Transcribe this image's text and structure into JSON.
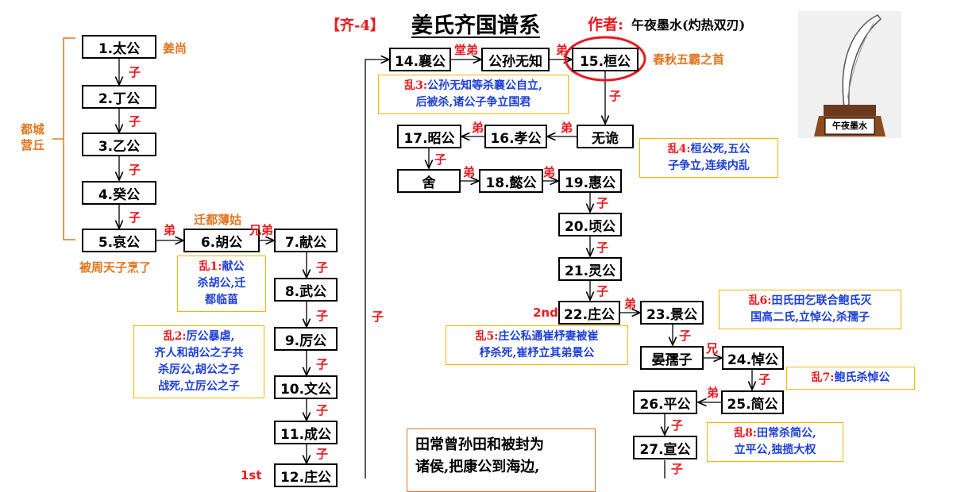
{
  "header": {
    "series_tag": "【齐-4】",
    "title": "姜氏齐国谱系",
    "author_label": "作者:",
    "author_name": "午夜墨水(灼热双刃)"
  },
  "logo": {
    "caption": "午夜墨水"
  },
  "nodes": {
    "n1": "1.太公",
    "n2": "2.丁公",
    "n3": "3.乙公",
    "n4": "4.癸公",
    "n5": "5.哀公",
    "n6": "6.胡公",
    "n7": "7.献公",
    "n8": "8.武公",
    "n9": "9.厉公",
    "n10": "10.文公",
    "n11": "11.成公",
    "n12": "12.庄公",
    "n14": "14.襄公",
    "gsw": "公孙无知",
    "n15": "15.桓公",
    "wugui": "无诡",
    "n16": "16.孝公",
    "n17": "17.昭公",
    "she": "舍",
    "n18": "18.懿公",
    "n19": "19.惠公",
    "n20": "20.顷公",
    "n21": "21.灵公",
    "n22": "22.庄公",
    "n23": "23.景公",
    "anruzi": "晏孺子",
    "n24": "24.悼公",
    "n25": "25.简公",
    "n26": "26.平公",
    "n27": "27.宣公"
  },
  "edge_labels": {
    "son": "子",
    "brother": "弟",
    "elder_brother": "兄",
    "cousin": "堂弟"
  },
  "annotations": {
    "jiang_shang": "姜尚",
    "capital_1": "都城",
    "capital_2": "营丘",
    "boiled": "被周天子烹了",
    "moved_capital": "迁都薄姑",
    "hegemon": "春秋五霸之首",
    "second": "2nd",
    "first": "1st"
  },
  "notes": {
    "chaos1": {
      "tag": "乱1:",
      "l1": "献公",
      "l2": "杀胡公,迁",
      "l3": "都临菑"
    },
    "chaos2": {
      "tag": "乱2:",
      "l1": "厉公暴虐,",
      "l2": "齐人和胡公之子共",
      "l3": "杀厉公,胡公之子",
      "l4": "战死,立厉公之子"
    },
    "chaos3": {
      "tag": "乱3:",
      "l1": "公孙无知等杀襄公自立,",
      "l2": "后被杀,诸公子争立国君"
    },
    "chaos4": {
      "tag": "乱4:",
      "l1": "桓公死,五公",
      "l2": "子争立,连续内乱"
    },
    "chaos5": {
      "tag": "乱5:",
      "l1": "庄公私通崔杼妻被崔",
      "l2": "杼杀死,崔杼立其弟景公"
    },
    "chaos6": {
      "tag": "乱6:",
      "l1": "田氏田乞联合鲍氏灭",
      "l2": "国高二氏,立悼公,杀孺子"
    },
    "chaos7": {
      "tag": "乱7:",
      "l1": "鲍氏杀悼公"
    },
    "chaos8": {
      "tag": "乱8:",
      "l1": "田常杀简公,",
      "l2": "立平公,独揽大权"
    }
  },
  "story": {
    "l1": "田常曾孙田和被封为",
    "l2": "诸侯,把康公到海边,"
  },
  "colors": {
    "red": "#e8191e",
    "orange": "#e2751f",
    "blue": "#1c3fd6",
    "note_border": "#f5b400"
  }
}
